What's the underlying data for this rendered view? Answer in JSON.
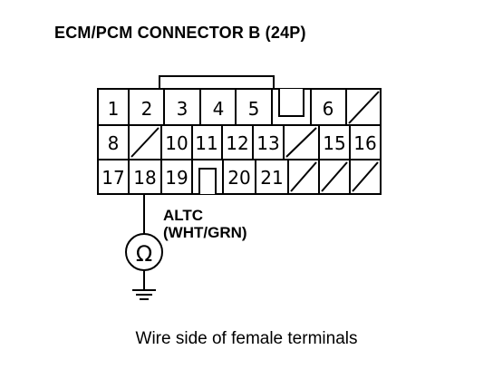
{
  "title": "ECM/PCM CONNECTOR B (24P)",
  "connector": {
    "rows": [
      [
        "1",
        "2",
        "3",
        "4",
        "5",
        "",
        "6",
        ""
      ],
      [
        "8",
        "",
        "10",
        "11",
        "12",
        "13",
        "",
        "15",
        "16"
      ],
      [
        "17",
        "18",
        "19",
        "",
        "20",
        "21",
        "",
        "",
        ""
      ]
    ]
  },
  "annotation": {
    "wire_name": "ALTC",
    "wire_color": "(WHT/GRN)"
  },
  "meter_symbol": "Ω",
  "caption": "Wire side of female terminals"
}
